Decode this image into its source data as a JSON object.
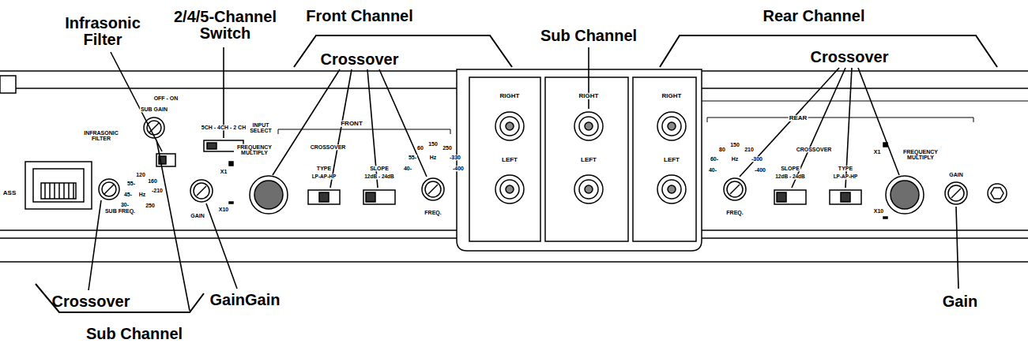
{
  "diagram": {
    "labels": [
      "Infrasonic Filter",
      "2/4/5-Channel Switch",
      "Front Channel",
      "Crossover",
      "Sub Channel",
      "Rear Channel",
      "Crossover",
      "Crossover",
      "GainGain",
      "Gain",
      "Sub Channel",
      "ASS",
      "INFRASONIC FILTER",
      "OFF - ON",
      "SUB GAIN",
      "5CH - 4CH - 2 CH",
      "INPUT SELECT",
      "FRONT",
      "FREQUENCY MULTIPLY",
      "X1",
      "X10",
      "GAIN",
      "CROSSOVER",
      "TYPE",
      "LP-AP-HP",
      "SLOPE",
      "12dB - 24dB",
      "FREQ.",
      "60",
      "150",
      "250",
      "55-",
      "Hz",
      "-330",
      "40-",
      "-400",
      "55-",
      "120",
      "160",
      "45-",
      "Hz",
      "-210",
      "30-",
      "250",
      "SUB FREQ.",
      "RIGHT",
      "RIGHT",
      "RIGHT",
      "LEFT",
      "LEFT",
      "LEFT",
      "REAR",
      "80",
      "150",
      "210",
      "60-",
      "Hz",
      "-300",
      "40-",
      "-400",
      "FREQ.",
      "CROSSOVER",
      "SLOPE",
      "12dB - 24dB",
      "TYPE",
      "LP-AP-HP",
      "FREQUENCY MULTIPLY",
      "X1",
      "X10",
      "GAIN"
    ]
  }
}
